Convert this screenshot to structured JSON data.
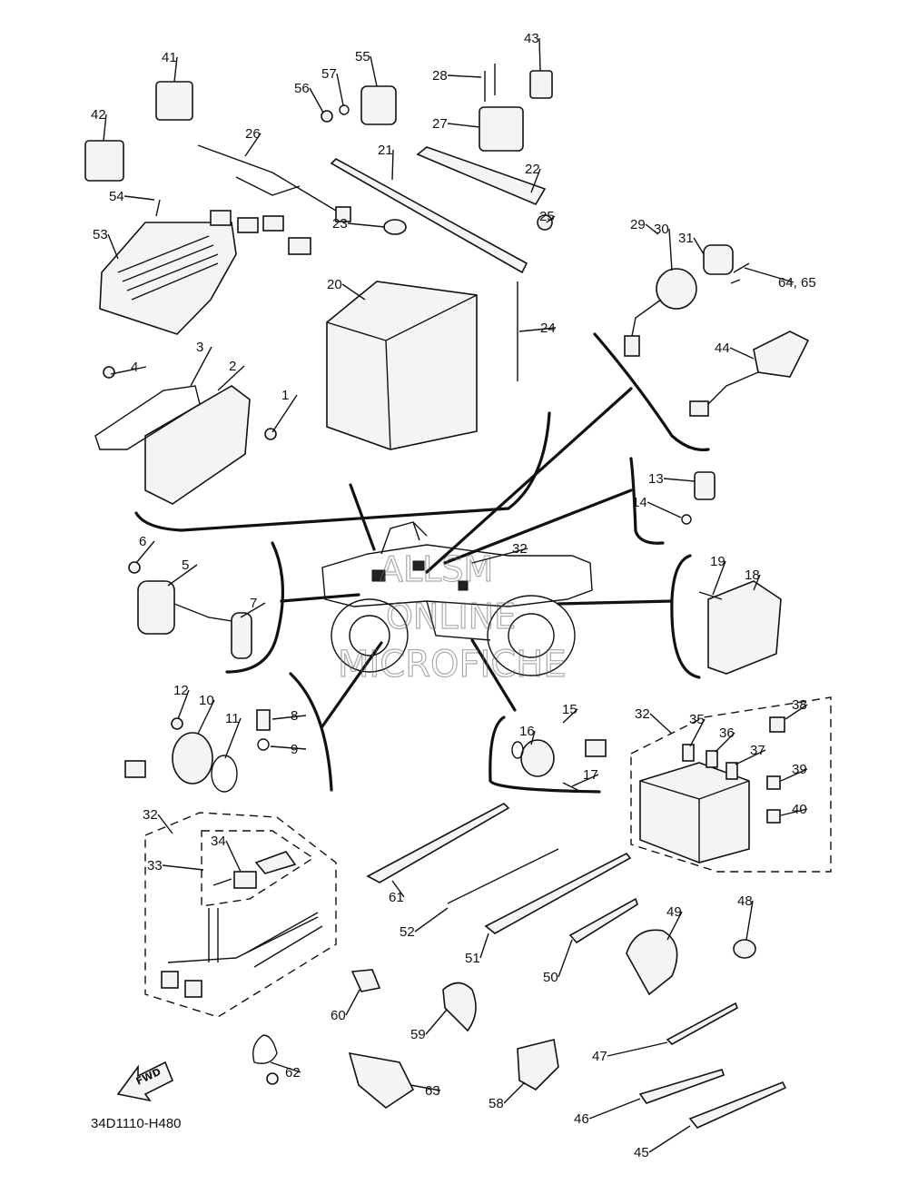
{
  "diagram": {
    "code": "34D1110-H480",
    "fwd_label": "FWD",
    "watermark": [
      "ALLSM",
      "ONLINE",
      "MICROFICHE"
    ],
    "callouts": [
      {
        "n": "1",
        "label": "1"
      },
      {
        "n": "2",
        "label": "2"
      },
      {
        "n": "3",
        "label": "3"
      },
      {
        "n": "4",
        "label": "4"
      },
      {
        "n": "5",
        "label": "5"
      },
      {
        "n": "6",
        "label": "6"
      },
      {
        "n": "7",
        "label": "7"
      },
      {
        "n": "8",
        "label": "8"
      },
      {
        "n": "9",
        "label": "9"
      },
      {
        "n": "10",
        "label": "10"
      },
      {
        "n": "11",
        "label": "11"
      },
      {
        "n": "12",
        "label": "12"
      },
      {
        "n": "13",
        "label": "13"
      },
      {
        "n": "14",
        "label": "14"
      },
      {
        "n": "15",
        "label": "15"
      },
      {
        "n": "16",
        "label": "16"
      },
      {
        "n": "17",
        "label": "17"
      },
      {
        "n": "18",
        "label": "18"
      },
      {
        "n": "19",
        "label": "19"
      },
      {
        "n": "20",
        "label": "20"
      },
      {
        "n": "21",
        "label": "21"
      },
      {
        "n": "22",
        "label": "22"
      },
      {
        "n": "23",
        "label": "23"
      },
      {
        "n": "24",
        "label": "24"
      },
      {
        "n": "25",
        "label": "25"
      },
      {
        "n": "26",
        "label": "26"
      },
      {
        "n": "27",
        "label": "27"
      },
      {
        "n": "28",
        "label": "28"
      },
      {
        "n": "29",
        "label": "29"
      },
      {
        "n": "30",
        "label": "30"
      },
      {
        "n": "31",
        "label": "31"
      },
      {
        "n": "32a",
        "label": "32"
      },
      {
        "n": "32b",
        "label": "32"
      },
      {
        "n": "32c",
        "label": "32"
      },
      {
        "n": "33",
        "label": "33"
      },
      {
        "n": "34",
        "label": "34"
      },
      {
        "n": "35",
        "label": "35"
      },
      {
        "n": "36",
        "label": "36"
      },
      {
        "n": "37",
        "label": "37"
      },
      {
        "n": "38",
        "label": "38"
      },
      {
        "n": "39",
        "label": "39"
      },
      {
        "n": "40",
        "label": "40"
      },
      {
        "n": "41",
        "label": "41"
      },
      {
        "n": "42",
        "label": "42"
      },
      {
        "n": "43",
        "label": "43"
      },
      {
        "n": "44",
        "label": "44"
      },
      {
        "n": "45",
        "label": "45"
      },
      {
        "n": "46",
        "label": "46"
      },
      {
        "n": "47",
        "label": "47"
      },
      {
        "n": "48",
        "label": "48"
      },
      {
        "n": "49",
        "label": "49"
      },
      {
        "n": "50",
        "label": "50"
      },
      {
        "n": "51",
        "label": "51"
      },
      {
        "n": "52",
        "label": "52"
      },
      {
        "n": "53",
        "label": "53"
      },
      {
        "n": "54",
        "label": "54"
      },
      {
        "n": "55",
        "label": "55"
      },
      {
        "n": "56",
        "label": "56"
      },
      {
        "n": "57",
        "label": "57"
      },
      {
        "n": "58",
        "label": "58"
      },
      {
        "n": "59",
        "label": "59"
      },
      {
        "n": "60",
        "label": "60"
      },
      {
        "n": "61",
        "label": "61"
      },
      {
        "n": "62",
        "label": "62"
      },
      {
        "n": "63",
        "label": "63"
      },
      {
        "n": "6465",
        "label": "64, 65"
      }
    ]
  }
}
